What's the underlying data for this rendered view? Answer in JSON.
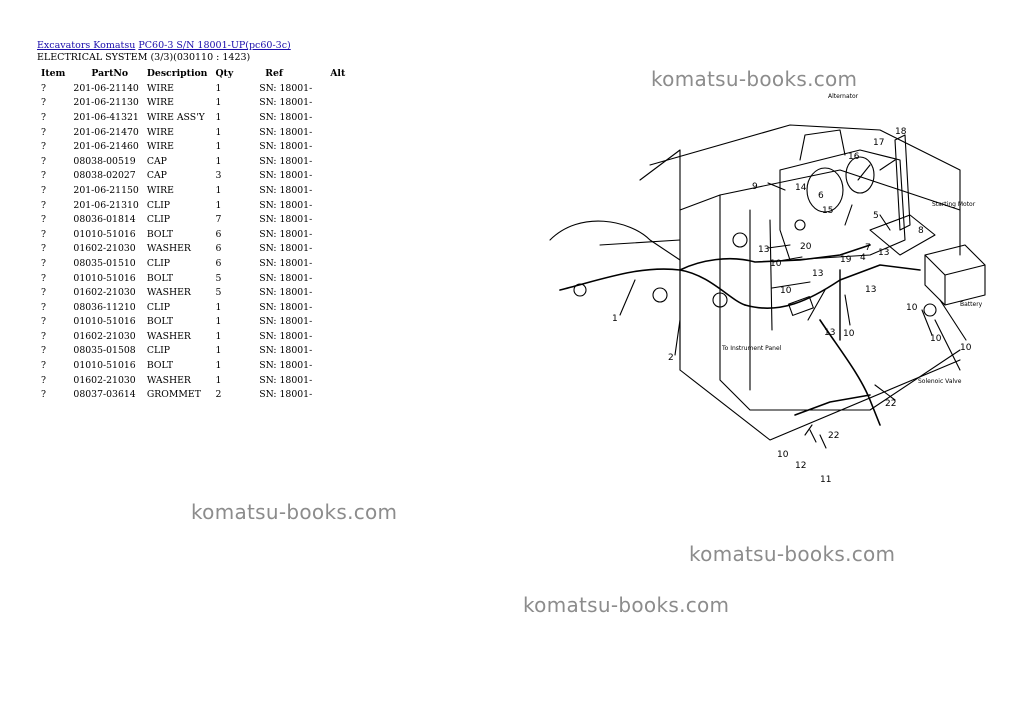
{
  "breadcrumb": {
    "link1": "Excavators Komatsu",
    "link2": "PC60-3 S/N 18001-UP(pc60-3c)"
  },
  "section_title": "ELECTRICAL SYSTEM (3/3)(030110 : 1423)",
  "table": {
    "headers": [
      "Item",
      "PartNo",
      "Description",
      "Qty",
      "Ref",
      "Alt"
    ],
    "rows": [
      [
        "?",
        "201-06-21140",
        "WIRE",
        "1",
        "SN: 18001-",
        ""
      ],
      [
        "?",
        "201-06-21130",
        "WIRE",
        "1",
        "SN: 18001-",
        ""
      ],
      [
        "?",
        "201-06-41321",
        "WIRE ASS'Y",
        "1",
        "SN: 18001-",
        ""
      ],
      [
        "?",
        "201-06-21470",
        "WIRE",
        "1",
        "SN: 18001-",
        ""
      ],
      [
        "?",
        "201-06-21460",
        "WIRE",
        "1",
        "SN: 18001-",
        ""
      ],
      [
        "?",
        "08038-00519",
        "CAP",
        "1",
        "SN: 18001-",
        ""
      ],
      [
        "?",
        "08038-02027",
        "CAP",
        "3",
        "SN: 18001-",
        ""
      ],
      [
        "?",
        "201-06-21150",
        "WIRE",
        "1",
        "SN: 18001-",
        ""
      ],
      [
        "?",
        "201-06-21310",
        "CLIP",
        "1",
        "SN: 18001-",
        ""
      ],
      [
        "?",
        "08036-01814",
        "CLIP",
        "7",
        "SN: 18001-",
        ""
      ],
      [
        "?",
        "01010-51016",
        "BOLT",
        "6",
        "SN: 18001-",
        ""
      ],
      [
        "?",
        "01602-21030",
        "WASHER",
        "6",
        "SN: 18001-",
        ""
      ],
      [
        "?",
        "08035-01510",
        "CLIP",
        "6",
        "SN: 18001-",
        ""
      ],
      [
        "?",
        "01010-51016",
        "BOLT",
        "5",
        "SN: 18001-",
        ""
      ],
      [
        "?",
        "01602-21030",
        "WASHER",
        "5",
        "SN: 18001-",
        ""
      ],
      [
        "?",
        "08036-11210",
        "CLIP",
        "1",
        "SN: 18001-",
        ""
      ],
      [
        "?",
        "01010-51016",
        "BOLT",
        "1",
        "SN: 18001-",
        ""
      ],
      [
        "?",
        "01602-21030",
        "WASHER",
        "1",
        "SN: 18001-",
        ""
      ],
      [
        "?",
        "08035-01508",
        "CLIP",
        "1",
        "SN: 18001-",
        ""
      ],
      [
        "?",
        "01010-51016",
        "BOLT",
        "1",
        "SN: 18001-",
        ""
      ],
      [
        "?",
        "01602-21030",
        "WASHER",
        "1",
        "SN: 18001-",
        ""
      ],
      [
        "?",
        "08037-03614",
        "GROMMET",
        "2",
        "SN: 18001-",
        ""
      ]
    ]
  },
  "watermarks": [
    "komatsu-books.com",
    "komatsu-books.com",
    "komatsu-books.com",
    "komatsu-books.com"
  ],
  "diagram": {
    "callouts": [
      "1",
      "2",
      "4",
      "5",
      "6",
      "7",
      "8",
      "9",
      "10",
      "10",
      "10",
      "10",
      "10",
      "10",
      "10",
      "11",
      "12",
      "13",
      "13",
      "13",
      "13",
      "13",
      "14",
      "15",
      "16",
      "17",
      "18",
      "19",
      "20",
      "22",
      "22"
    ],
    "annotations": {
      "alternator": "Alternator",
      "starting_motor": "Starting Motor",
      "battery": "Battery",
      "to_instrument_panel": "To Instrument Panel",
      "solenoid_valve": "Solenoic Valve"
    }
  }
}
